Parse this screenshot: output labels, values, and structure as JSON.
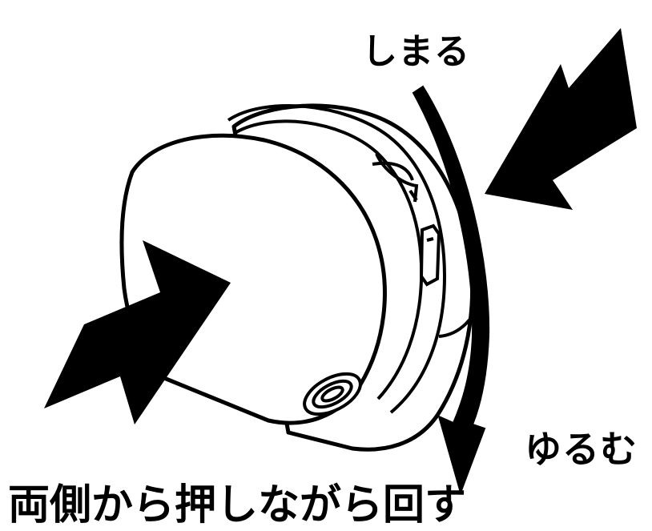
{
  "labels": {
    "tighten": "しまる",
    "loosen": "ゆるむ",
    "instruction": "両側から押しながら回す"
  },
  "colors": {
    "ink": "#000000",
    "background": "#ffffff"
  }
}
